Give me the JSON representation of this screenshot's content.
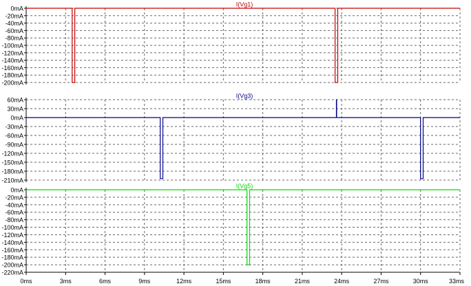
{
  "chart_data": [
    {
      "type": "line",
      "title": "I(Vg1)",
      "color": "#c00000",
      "ylim": [
        -200,
        0
      ],
      "yticks": [
        {
          "v": 0,
          "label": "0mA"
        },
        {
          "v": -20,
          "label": "-20mA"
        },
        {
          "v": -40,
          "label": "-40mA"
        },
        {
          "v": -60,
          "label": "-60mA"
        },
        {
          "v": -80,
          "label": "-80mA"
        },
        {
          "v": -100,
          "label": "-100mA"
        },
        {
          "v": -120,
          "label": "-120mA"
        },
        {
          "v": -140,
          "label": "-140mA"
        },
        {
          "v": -160,
          "label": "-160mA"
        },
        {
          "v": -180,
          "label": "-180mA"
        },
        {
          "v": -200,
          "label": "-200mA"
        }
      ],
      "x": [
        0,
        3.5,
        3.5,
        3.7,
        3.7,
        23.5,
        23.5,
        23.7,
        23.7,
        33
      ],
      "y": [
        0,
        0,
        -200,
        -200,
        0,
        0,
        -200,
        -200,
        0,
        0
      ]
    },
    {
      "type": "line",
      "title": "I(Vg3)",
      "color": "#00008b",
      "ylim": [
        -210,
        60
      ],
      "yticks": [
        {
          "v": 60,
          "label": "60mA"
        },
        {
          "v": 30,
          "label": "30mA"
        },
        {
          "v": 0,
          "label": "0mA"
        },
        {
          "v": -30,
          "label": "-30mA"
        },
        {
          "v": -60,
          "label": "-60mA"
        },
        {
          "v": -90,
          "label": "-90mA"
        },
        {
          "v": -120,
          "label": "-120mA"
        },
        {
          "v": -150,
          "label": "-150mA"
        },
        {
          "v": -180,
          "label": "-180mA"
        },
        {
          "v": -210,
          "label": "-210mA"
        }
      ],
      "x": [
        0,
        10.2,
        10.2,
        10.4,
        10.4,
        23.6,
        23.6,
        23.62,
        23.62,
        30.0,
        30.0,
        30.2,
        30.2,
        33
      ],
      "y": [
        0,
        0,
        -205,
        -205,
        0,
        0,
        60,
        60,
        0,
        0,
        -205,
        -205,
        0,
        0
      ]
    },
    {
      "type": "line",
      "title": "I(Vg5)",
      "color": "#00dd00",
      "ylim": [
        -220,
        0
      ],
      "yticks": [
        {
          "v": 0,
          "label": "0mA"
        },
        {
          "v": -20,
          "label": "-20mA"
        },
        {
          "v": -40,
          "label": "-40mA"
        },
        {
          "v": -60,
          "label": "-60mA"
        },
        {
          "v": -80,
          "label": "-80mA"
        },
        {
          "v": -100,
          "label": "-100mA"
        },
        {
          "v": -120,
          "label": "-120mA"
        },
        {
          "v": -140,
          "label": "-140mA"
        },
        {
          "v": -160,
          "label": "-160mA"
        },
        {
          "v": -180,
          "label": "-180mA"
        },
        {
          "v": -200,
          "label": "-200mA"
        },
        {
          "v": -220,
          "label": "-220mA"
        }
      ],
      "x": [
        0,
        16.8,
        16.8,
        17.0,
        17.0,
        33
      ],
      "y": [
        0,
        0,
        -200,
        -200,
        0,
        0
      ]
    }
  ],
  "x_axis": {
    "xlim": [
      0,
      33
    ],
    "ticks": [
      {
        "v": 0,
        "label": "0ms"
      },
      {
        "v": 3,
        "label": "3ms"
      },
      {
        "v": 6,
        "label": "6ms"
      },
      {
        "v": 9,
        "label": "9ms"
      },
      {
        "v": 12,
        "label": "12ms"
      },
      {
        "v": 15,
        "label": "15ms"
      },
      {
        "v": 18,
        "label": "18ms"
      },
      {
        "v": 21,
        "label": "21ms"
      },
      {
        "v": 24,
        "label": "24ms"
      },
      {
        "v": 27,
        "label": "27ms"
      },
      {
        "v": 30,
        "label": "30ms"
      },
      {
        "v": 33,
        "label": "33ms"
      }
    ]
  },
  "grid": true
}
